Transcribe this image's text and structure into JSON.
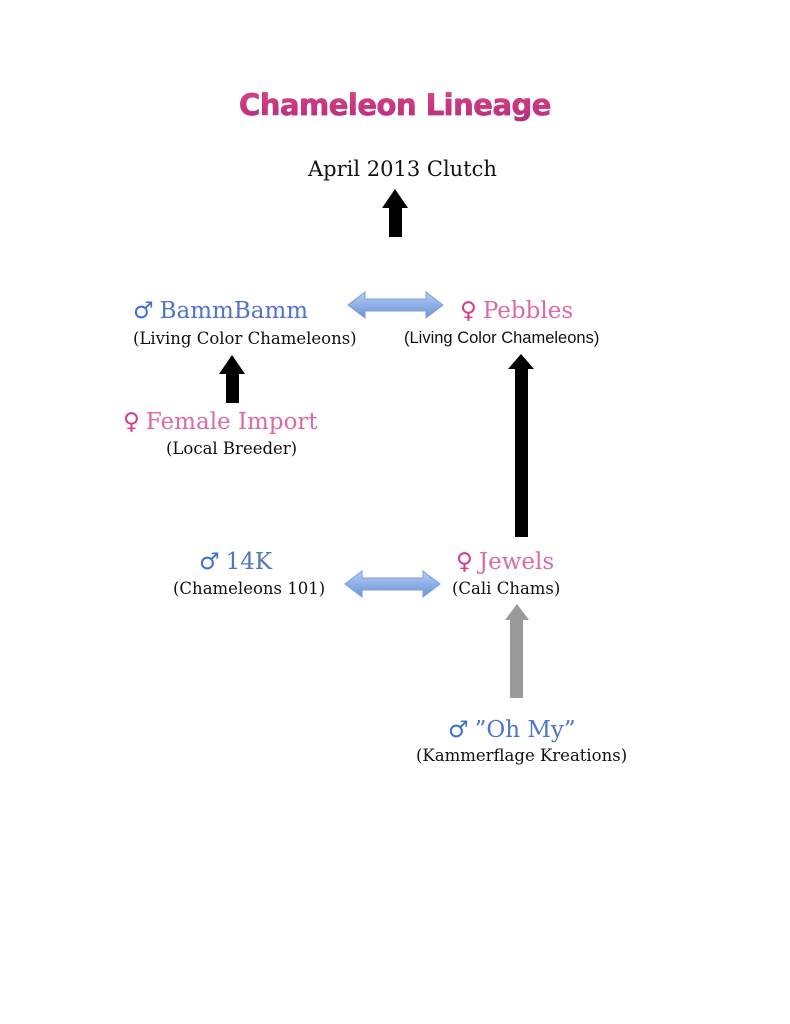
{
  "title": "Chameleon Lineage",
  "clutch": "April 2013 Clutch",
  "nodes": {
    "bammbamm": {
      "symbol": "♂",
      "name": "BammBamm",
      "source": "(Living Color Chameleons)"
    },
    "pebbles": {
      "symbol": "♀",
      "name": "Pebbles",
      "source": "(Living Color Chameleons)"
    },
    "female_import": {
      "symbol": "♀",
      "name": "Female Import",
      "source": "(Local Breeder)"
    },
    "k14": {
      "symbol": "♂",
      "name": "14K",
      "source": "(Chameleons 101)"
    },
    "jewels": {
      "symbol": "♀",
      "name": "Jewels",
      "source": "(Cali  Chams)"
    },
    "oh_my": {
      "symbol": "♂",
      "name": "”Oh My”",
      "source": "(Kammerflage Kreations)"
    }
  },
  "colors": {
    "male": "#4f74c8",
    "female": "#dd6aa7",
    "pair_arrow": "#8fb0e6",
    "lineage_arrow": "#000000",
    "faded_arrow": "#9a9a9a"
  }
}
